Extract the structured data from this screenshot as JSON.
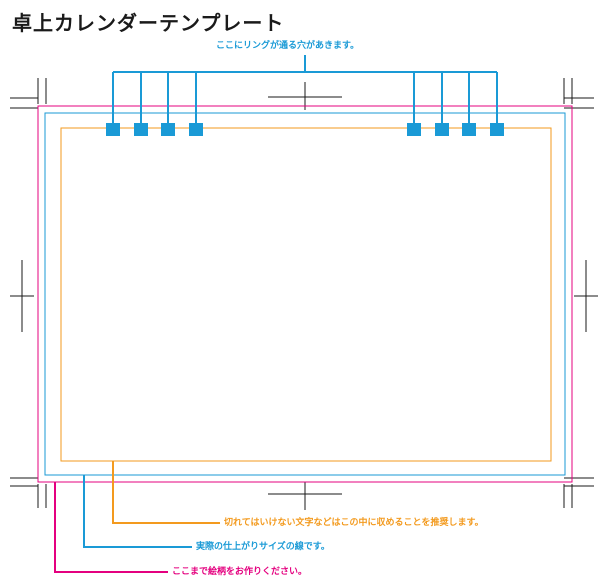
{
  "header": {
    "title": "卓上カレンダーテンプレート"
  },
  "annotations": {
    "ring_holes": "ここにリングが通る穴があきます。",
    "safe_area": "切れてはいけない文字などはこの中に収めることを推奨します。",
    "trim_line": "実際の仕上がりサイズの線です。",
    "bleed_area": "ここまで絵柄をお作りください。"
  },
  "colors": {
    "bleed": "#e4007f",
    "trim": "#1a9ad6",
    "safe": "#f39a1e",
    "crop_marks": "#1a1a1a"
  }
}
